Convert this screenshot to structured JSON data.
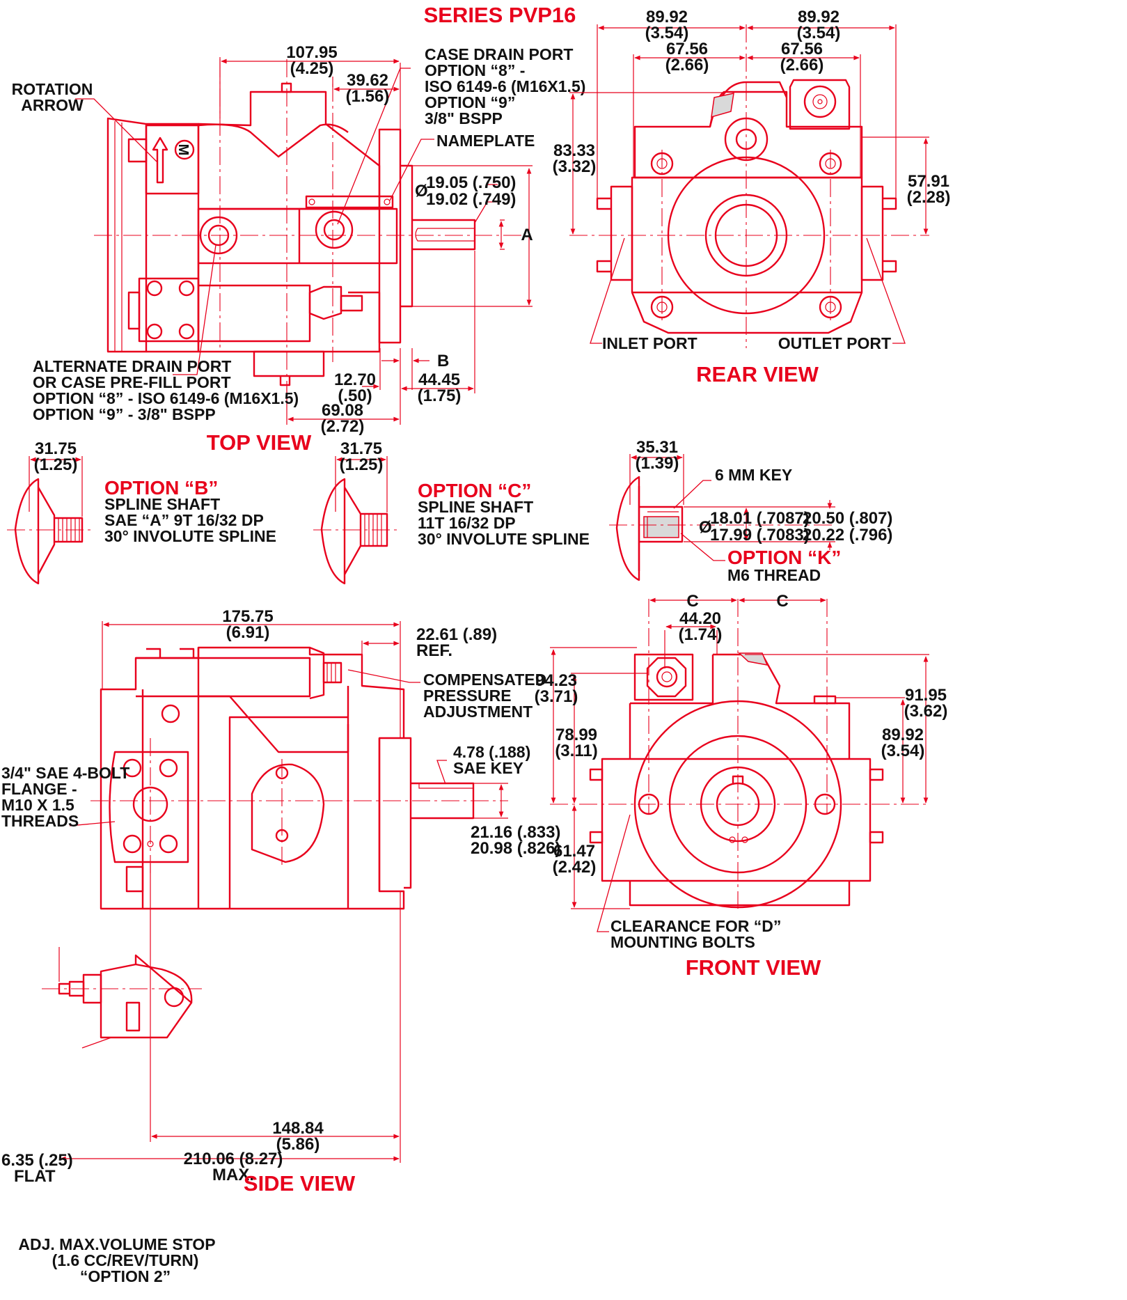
{
  "title": "SERIES PVP16",
  "views": {
    "top": "TOP VIEW",
    "rear": "REAR VIEW",
    "side": "SIDE VIEW",
    "front": "FRONT VIEW"
  },
  "callouts": {
    "rotation_arrow": [
      "ROTATION",
      "ARROW"
    ],
    "case_drain_port": [
      "CASE DRAIN PORT",
      "OPTION “8” -",
      "ISO 6149-6 (M16X1.5)",
      "OPTION “9”",
      "3/8\" BSPP"
    ],
    "nameplate": "NAMEPLATE",
    "alternate_drain": [
      "ALTERNATE DRAIN PORT",
      "OR CASE PRE-FILL PORT",
      "OPTION “8” - ISO 6149-6 (M16X1.5)",
      "OPTION “9” - 3/8\" BSPP"
    ],
    "inlet_port": "INLET PORT",
    "outlet_port": "OUTLET PORT",
    "key_6mm": "6 MM KEY",
    "m6_thread": "M6 THREAD",
    "compensated": [
      "COMPENSATED",
      "PRESSURE",
      "ADJUSTMENT"
    ],
    "sae_flange": [
      "3/4\" SAE 4-BOLT",
      "FLANGE -",
      "M10 X 1.5",
      "THREADS"
    ],
    "sae_key": [
      "4.78 (.188)",
      "SAE KEY"
    ],
    "flat": [
      "6.35 (.25)",
      "FLAT"
    ],
    "max_volume_stop": [
      "ADJ. MAX.VOLUME STOP",
      "(1.6 CC/REV/TURN)",
      "“OPTION 2”"
    ],
    "clearance": [
      "CLEARANCE FOR “D”",
      "MOUNTING BOLTS"
    ]
  },
  "options": {
    "b": {
      "title": "OPTION “B”",
      "lines": [
        "SPLINE SHAFT",
        "SAE “A” 9T 16/32 DP",
        "30° INVOLUTE SPLINE"
      ]
    },
    "c": {
      "title": "OPTION “C”",
      "lines": [
        "SPLINE SHAFT",
        "11T 16/32 DP",
        "30° INVOLUTE SPLINE"
      ]
    },
    "k": {
      "title": "OPTION “K”"
    }
  },
  "dims": {
    "d107_95": [
      "107.95",
      "(4.25)"
    ],
    "d39_62": [
      "39.62",
      "(1.56)"
    ],
    "shaft_dia": [
      "Ø",
      "19.05 (.750)",
      "19.02 (.749)"
    ],
    "label_a": "A",
    "label_b": "B",
    "d12_70": [
      "12.70",
      "(.50)"
    ],
    "d44_45": [
      "44.45",
      "(1.75)"
    ],
    "d69_08": [
      "69.08",
      "(2.72)"
    ],
    "rear_89_92_l": [
      "89.92",
      "(3.54)"
    ],
    "rear_89_92_r": [
      "89.92",
      "(3.54)"
    ],
    "rear_67_56_l": [
      "67.56",
      "(2.66)"
    ],
    "rear_67_56_r": [
      "67.56",
      "(2.66)"
    ],
    "rear_83_33": [
      "83.33",
      "(3.32)"
    ],
    "rear_57_91": [
      "57.91",
      "(2.28)"
    ],
    "optb_31_75": [
      "31.75",
      "(1.25)"
    ],
    "optc_31_75": [
      "31.75",
      "(1.25)"
    ],
    "optk_35_31": [
      "35.31",
      "(1.39)"
    ],
    "optk_dia": [
      "Ø",
      "18.01 (.7087)",
      "17.99 (.7083)"
    ],
    "optk_key": [
      "20.50 (.807)",
      "20.22 (.796)"
    ],
    "side_175_75": [
      "175.75",
      "(6.91)"
    ],
    "side_22_61": [
      "22.61 (.89)",
      "REF."
    ],
    "side_21_16": [
      "21.16 (.833)",
      "20.98 (.826)"
    ],
    "side_148_84": [
      "148.84",
      "(5.86)"
    ],
    "side_210_06": [
      "210.06 (8.27)",
      "MAX."
    ],
    "front_c_l": "C",
    "front_c_r": "C",
    "front_44_20": [
      "44.20",
      "(1.74)"
    ],
    "front_94_23": [
      "94.23",
      "(3.71)"
    ],
    "front_78_99": [
      "78.99",
      "(3.11)"
    ],
    "front_61_47": [
      "61.47",
      "(2.42)"
    ],
    "front_91_95": [
      "91.95",
      "(3.62)"
    ],
    "front_89_92": [
      "89.92",
      "(3.54)"
    ]
  }
}
